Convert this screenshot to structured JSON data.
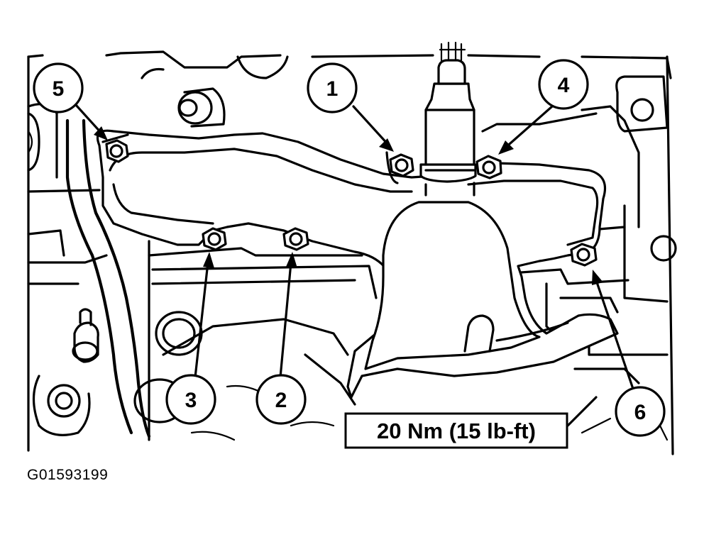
{
  "callouts": [
    {
      "id": "1",
      "label": "1"
    },
    {
      "id": "2",
      "label": "2"
    },
    {
      "id": "3",
      "label": "3"
    },
    {
      "id": "4",
      "label": "4"
    },
    {
      "id": "5",
      "label": "5"
    },
    {
      "id": "6",
      "label": "6"
    }
  ],
  "torque_spec": "20 Nm (15 lb-ft)",
  "figure_id": "G01593199"
}
